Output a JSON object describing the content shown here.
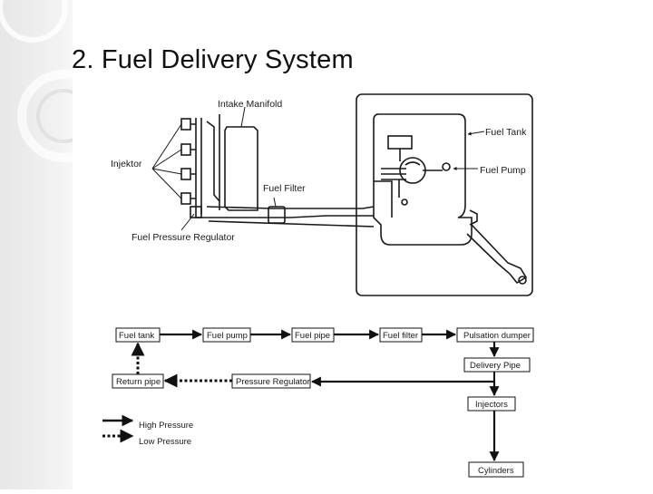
{
  "slide": {
    "title": "2. Fuel Delivery System"
  },
  "illustration": {
    "labels": {
      "intake_manifold": "Intake Manifold",
      "fuel_tank": "Fuel Tank",
      "injektor": "Injektor",
      "fuel_pump": "Fuel Pump",
      "fuel_filter": "Fuel Filter",
      "fuel_pressure_regulator": "Fuel Pressure Regulator"
    }
  },
  "flowchart": {
    "boxes": {
      "fuel_tank": "Fuel tank",
      "fuel_pump": "Fuel pump",
      "fuel_pipe": "Fuel pipe",
      "fuel_filter": "Fuel filter",
      "pulsation_dumper": "Pulsation dumper",
      "delivery_pipe": "Delivery Pipe",
      "return_pipe": "Return pipe",
      "pressure_regulator": "Pressure Regulator",
      "injectors": "Injectors",
      "cylinders": "Cylinders"
    },
    "legend": {
      "high_pressure": "High Pressure",
      "low_pressure": "Low Pressure"
    }
  }
}
